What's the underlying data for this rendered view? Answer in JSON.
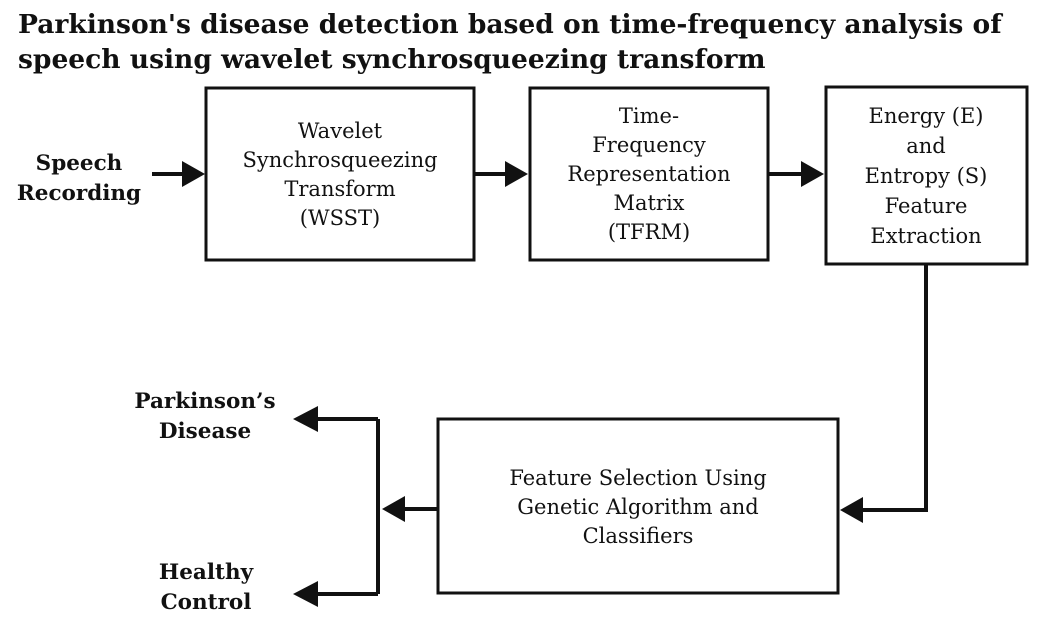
{
  "title": {
    "line1": "Parkinson's disease detection  based on  time-frequency analysis of",
    "line2": "speech using wavelet synchrosqueezing transform"
  },
  "input": {
    "line1": "Speech",
    "line2": "Recording"
  },
  "wsst_box": {
    "line1": "Wavelet",
    "line2": "Synchrosqueezing",
    "line3": "Transform",
    "line4": "(WSST)"
  },
  "tfrm_box": {
    "line1": "Time-",
    "line2": "Frequency",
    "line3": "Representation",
    "line4": "Matrix",
    "line5": "(TFRM)"
  },
  "feature_box": {
    "line1": "Energy (E)",
    "line2": "and",
    "line3": "Entropy (S)",
    "line4": "Feature",
    "line5": "Extraction"
  },
  "selection_box": {
    "line1": "Feature Selection  Using",
    "line2": "Genetic Algorithm and",
    "line3": "Classifiers"
  },
  "outputs": {
    "parkinsons": {
      "line1": "Parkinson’s",
      "line2": "Disease"
    },
    "healthy": {
      "line1": "Healthy",
      "line2": "Control"
    }
  }
}
